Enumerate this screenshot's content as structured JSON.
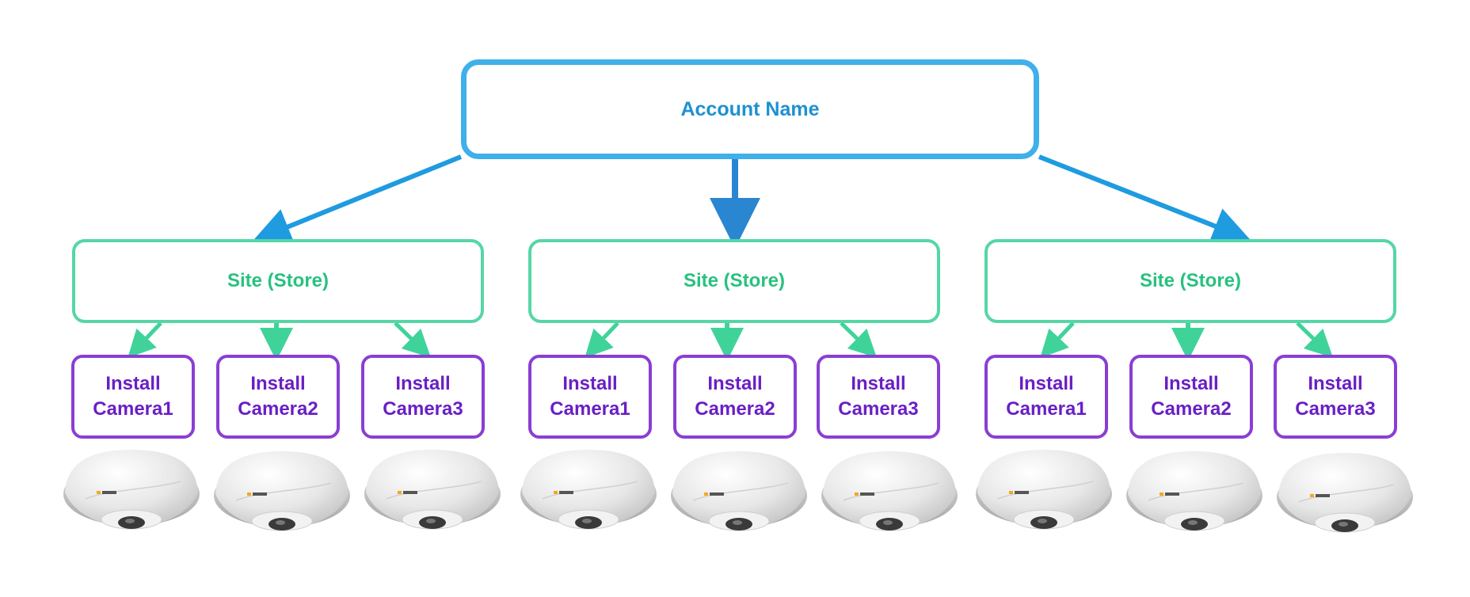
{
  "root": {
    "label": "Account Name"
  },
  "sites": [
    {
      "label": "Site (Store)",
      "cameras": [
        {
          "line1": "Install",
          "line2": "Camera1"
        },
        {
          "line1": "Install",
          "line2": "Camera2"
        },
        {
          "line1": "Install",
          "line2": "Camera3"
        }
      ]
    },
    {
      "label": "Site (Store)",
      "cameras": [
        {
          "line1": "Install",
          "line2": "Camera1"
        },
        {
          "line1": "Install",
          "line2": "Camera2"
        },
        {
          "line1": "Install",
          "line2": "Camera3"
        }
      ]
    },
    {
      "label": "Site (Store)",
      "cameras": [
        {
          "line1": "Install",
          "line2": "Camera1"
        },
        {
          "line1": "Install",
          "line2": "Camera2"
        },
        {
          "line1": "Install",
          "line2": "Camera3"
        }
      ]
    }
  ],
  "colors": {
    "root_border": "#3fb0ea",
    "root_text": "#1e90d2",
    "site_border": "#56d6a6",
    "site_text": "#28c17f",
    "camera_border": "#8a3ed4",
    "camera_text": "#6a1fc4",
    "root_connector": "#1f9be0",
    "site_connector": "#3fd39a"
  },
  "icons": {
    "camera_image": "dome-camera-icon"
  }
}
